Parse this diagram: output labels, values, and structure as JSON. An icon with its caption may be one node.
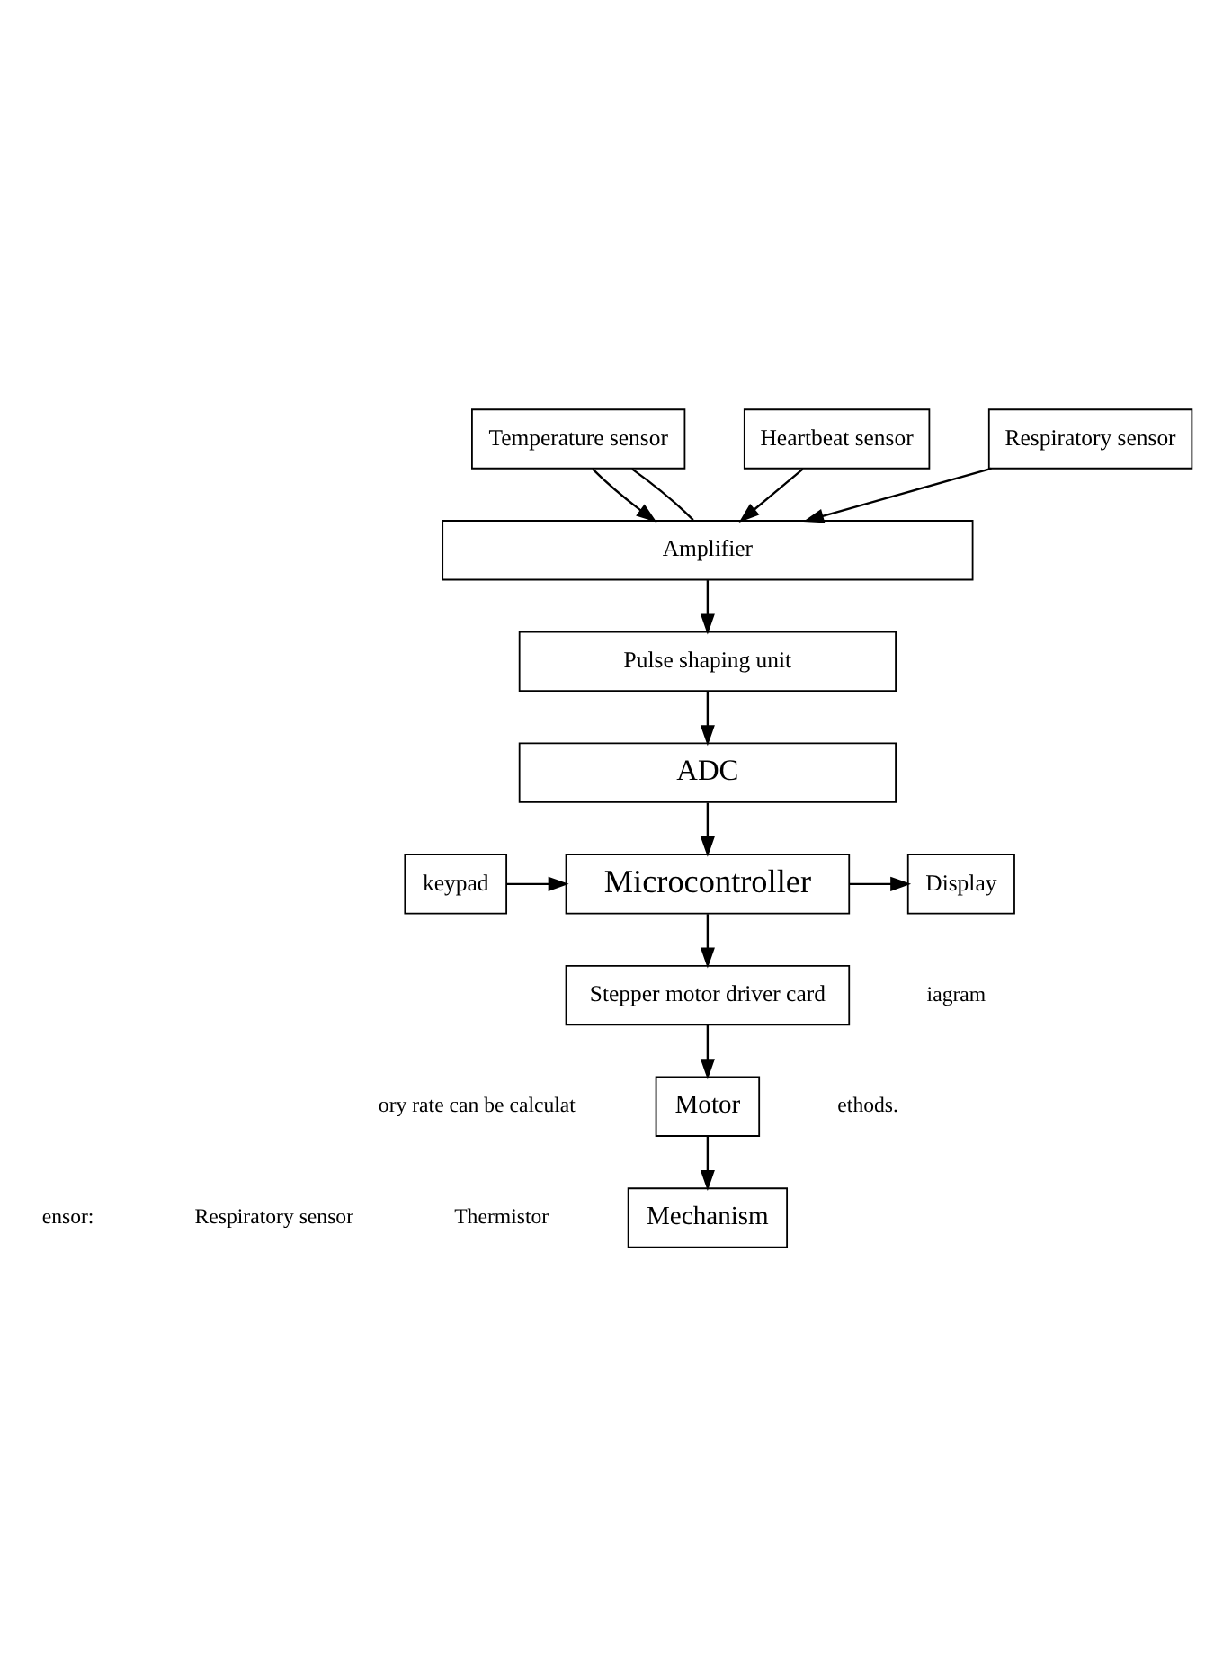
{
  "diagram": {
    "nodes": [
      {
        "text": [
          "Temperature sensor"
        ]
      },
      {
        "text": [
          "Heartbeat sensor"
        ]
      },
      {
        "text": [
          "Respiratory sensor"
        ]
      },
      {
        "text": [
          "Amplifier"
        ]
      },
      {
        "text": [
          "Pulse shaping unit"
        ]
      },
      {
        "text": [
          "ADC"
        ]
      },
      {
        "text": [
          "keypad"
        ]
      },
      {
        "text": [
          "Microcontroller"
        ]
      },
      {
        "text": [
          "Display"
        ]
      },
      {
        "text": [
          "Stepper motor driver card"
        ]
      },
      {
        "text": [
          "Motor"
        ]
      },
      {
        "text": [
          "Mechanism"
        ]
      }
    ],
    "edges": [
      {
        "from": 0,
        "to": 3,
        "arrow": "to"
      },
      {
        "from": 0,
        "to": 3,
        "arrow": "none"
      },
      {
        "from": 1,
        "to": 3,
        "arrow": "to"
      },
      {
        "from": 2,
        "to": 3,
        "arrow": "to"
      },
      {
        "from": 3,
        "to": 4,
        "arrow": "to"
      },
      {
        "from": 4,
        "to": 5,
        "arrow": "to"
      },
      {
        "from": 5,
        "to": 7,
        "arrow": "to"
      },
      {
        "from": 6,
        "to": 7,
        "arrow": "to"
      },
      {
        "from": 7,
        "to": 8,
        "arrow": "to"
      },
      {
        "from": 7,
        "to": 9,
        "arrow": "to"
      },
      {
        "from": 9,
        "to": 10,
        "arrow": "to"
      },
      {
        "from": 10,
        "to": 11,
        "arrow": "to"
      }
    ],
    "labels": [
      "iagram",
      "ory rate can be calculat",
      "ethods.",
      "Respiratory sensor",
      "Thermistor",
      "ensor:"
    ]
  }
}
